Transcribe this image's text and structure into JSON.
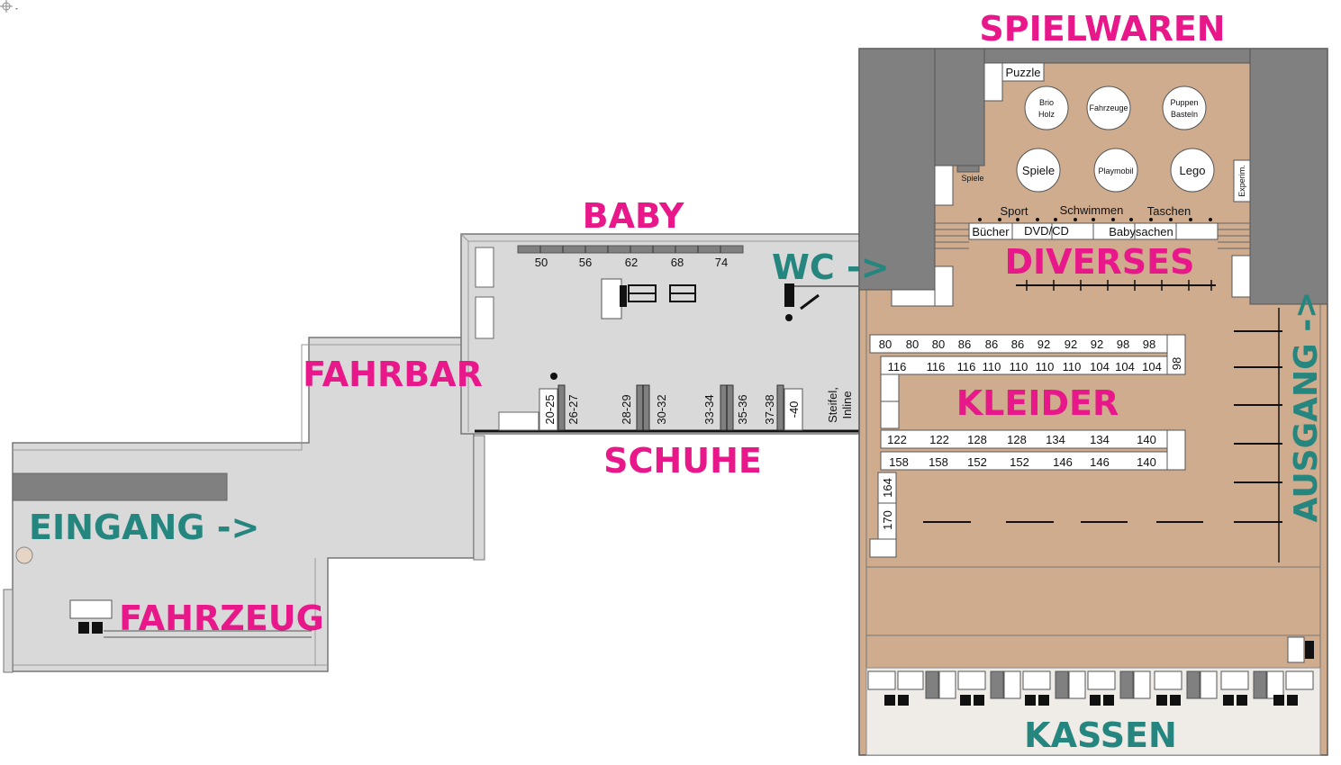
{
  "zones": {
    "spielwaren": "SPIELWAREN",
    "baby": "BABY",
    "wc": "WC ->",
    "diverses": "DIVERSES",
    "fahrbar": "FAHRBAR",
    "kleider": "KLEIDER",
    "schuhe": "SCHUHE",
    "eingang": "EINGANG ->",
    "fahrzeug": "FAHRZEUG",
    "ausgang": "AUSGANG ->",
    "kassen": "KASSEN"
  },
  "toys": {
    "puzzle": "Puzzle",
    "brio1": "Brio",
    "brio2": "Holz",
    "fahrzeuge": "Fahrzeuge",
    "puppen1": "Puppen",
    "puppen2": "Basteln",
    "spiele": "Spiele",
    "playmobil": "Playmobil",
    "lego": "Lego",
    "spiele_small": "Spiele",
    "experim": "Experim.",
    "sport": "Sport",
    "schwimmen": "Schwimmen",
    "taschen": "Taschen",
    "buecher": "Bücher",
    "dvdcd": "DVD/CD",
    "babysachen": "Babysachen"
  },
  "baby_sizes": [
    "50",
    "56",
    "62",
    "68",
    "74"
  ],
  "shoe_sizes": [
    "20-25",
    "26-27",
    "28-29",
    "30-32",
    "33-34",
    "35-36",
    "37-38",
    "-40"
  ],
  "shoe_extra": [
    "Steifel,",
    "Inline"
  ],
  "kleider": {
    "row1": [
      "80",
      "80",
      "80",
      "86",
      "86",
      "86",
      "92",
      "92",
      "92",
      "98",
      "98"
    ],
    "row2": [
      "116",
      "116",
      "116",
      "110",
      "110",
      "110",
      "110",
      "104",
      "104",
      "104"
    ],
    "side98": "98",
    "row3": [
      "122",
      "122",
      "128",
      "128",
      "134",
      "134",
      "140"
    ],
    "row4": [
      "158",
      "158",
      "152",
      "152",
      "146",
      "146",
      "140"
    ],
    "v164": "164",
    "v170": "170"
  },
  "colors": {
    "floor": "#d9d9d9",
    "sales_floor": "#cfac8e",
    "wall": "#808080",
    "zone_pink": "#e8188a",
    "zone_teal": "#25857f"
  }
}
